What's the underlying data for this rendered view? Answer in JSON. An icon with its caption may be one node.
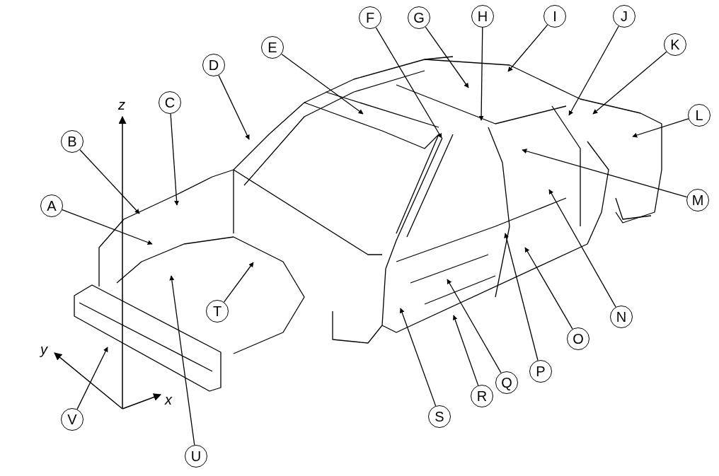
{
  "diagram": {
    "nodes": [
      {
        "text": [
          "A"
        ]
      },
      {
        "text": [
          "B"
        ]
      },
      {
        "text": [
          "C"
        ]
      },
      {
        "text": [
          "D"
        ]
      },
      {
        "text": [
          "E"
        ]
      },
      {
        "text": [
          "F"
        ]
      },
      {
        "text": [
          "G"
        ]
      },
      {
        "text": [
          "H"
        ]
      },
      {
        "text": [
          "I"
        ]
      },
      {
        "text": [
          "J"
        ]
      },
      {
        "text": [
          "K"
        ]
      },
      {
        "text": [
          "L"
        ]
      },
      {
        "text": [
          "M"
        ]
      },
      {
        "text": [
          "N"
        ]
      },
      {
        "text": [
          "O"
        ]
      },
      {
        "text": [
          "P"
        ]
      },
      {
        "text": [
          "Q"
        ]
      },
      {
        "text": [
          "R"
        ]
      },
      {
        "text": [
          "S"
        ]
      },
      {
        "text": [
          "T"
        ]
      },
      {
        "text": [
          "U"
        ]
      },
      {
        "text": [
          "V"
        ]
      }
    ],
    "edges": [
      {
        "from": 0,
        "to": null,
        "arrow": "to"
      },
      {
        "from": 1,
        "to": null,
        "arrow": "to"
      },
      {
        "from": 2,
        "to": null,
        "arrow": "to"
      },
      {
        "from": 3,
        "to": null,
        "arrow": "to"
      },
      {
        "from": 4,
        "to": null,
        "arrow": "to"
      },
      {
        "from": 5,
        "to": null,
        "arrow": "to"
      },
      {
        "from": 6,
        "to": null,
        "arrow": "to"
      },
      {
        "from": 7,
        "to": null,
        "arrow": "to"
      },
      {
        "from": 8,
        "to": null,
        "arrow": "to"
      },
      {
        "from": 9,
        "to": null,
        "arrow": "to"
      },
      {
        "from": 10,
        "to": null,
        "arrow": "to"
      },
      {
        "from": 11,
        "to": null,
        "arrow": "to"
      },
      {
        "from": 12,
        "to": null,
        "arrow": "to"
      },
      {
        "from": 13,
        "to": null,
        "arrow": "to"
      },
      {
        "from": 14,
        "to": null,
        "arrow": "to"
      },
      {
        "from": 15,
        "to": null,
        "arrow": "to"
      },
      {
        "from": 16,
        "to": null,
        "arrow": "to"
      },
      {
        "from": 17,
        "to": null,
        "arrow": "to"
      },
      {
        "from": 18,
        "to": null,
        "arrow": "to"
      },
      {
        "from": 19,
        "to": null,
        "arrow": "to"
      },
      {
        "from": 20,
        "to": null,
        "arrow": "to"
      },
      {
        "from": 21,
        "to": null,
        "arrow": "to"
      }
    ],
    "labels": [
      "z",
      "y",
      "x"
    ]
  }
}
